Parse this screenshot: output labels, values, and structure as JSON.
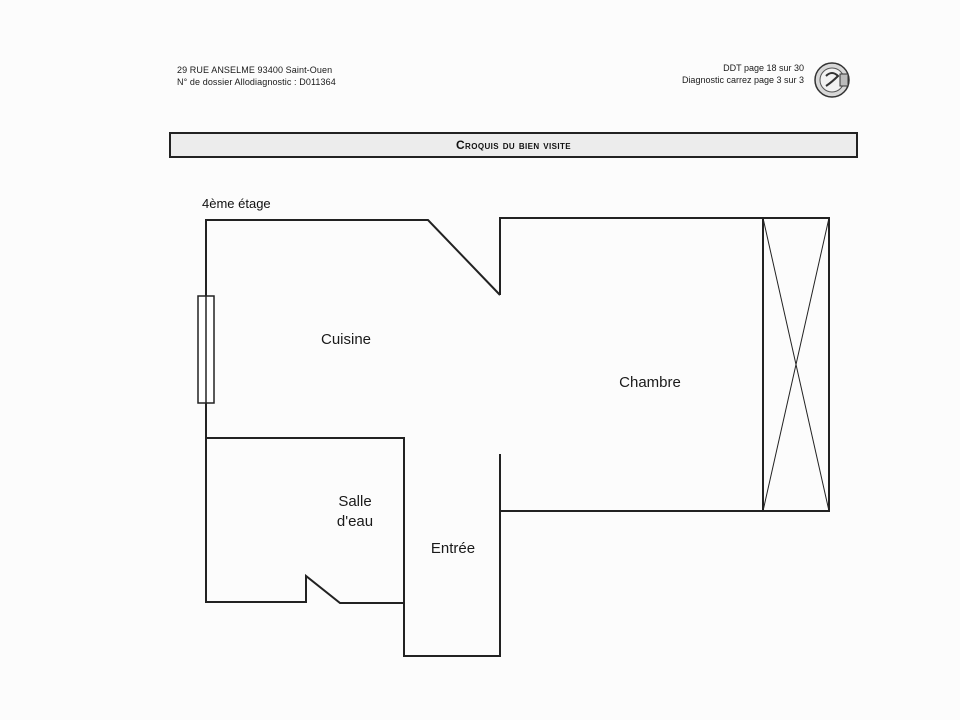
{
  "header": {
    "address": "29 RUE ANSELME 93400 Saint-Ouen",
    "dossier": "N° de dossier Allodiagnostic : D011364",
    "ddt_page": "DDT page 18 sur 30",
    "diag_page": "Diagnostic carrez page 3 sur 3"
  },
  "title": "Croquis du bien visite",
  "floor": "4ème étage",
  "rooms": {
    "cuisine": "Cuisine",
    "chambre": "Chambre",
    "salle_line1": "Salle",
    "salle_line2": "d'eau",
    "entree": "Entrée"
  },
  "icons": {
    "logo": "seal-logo-icon",
    "window": "window-icon",
    "closet": "closet-cross-icon"
  },
  "colors": {
    "line": "#222222",
    "title_bg": "#ececec"
  }
}
